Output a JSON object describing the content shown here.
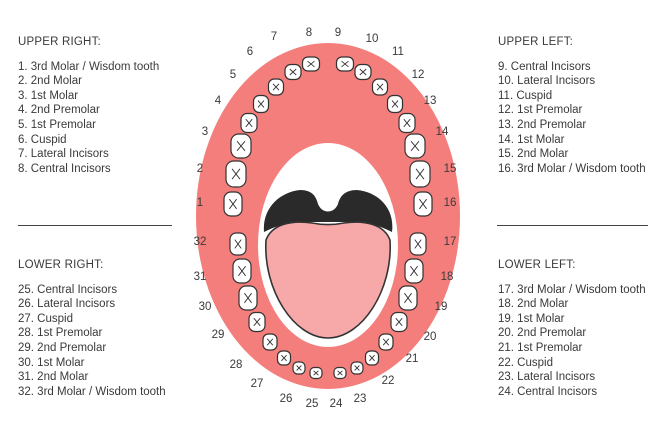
{
  "upper_right": {
    "title": "UPPER RIGHT:",
    "items": [
      "1. 3rd Molar / Wisdom tooth",
      "2. 2nd Molar",
      "3. 1st Molar",
      "4. 2nd Premolar",
      "5. 1st Premolar",
      "6. Cuspid",
      "7. Lateral Incisors",
      "8. Central Incisors"
    ]
  },
  "upper_left": {
    "title": "UPPER LEFT:",
    "items": [
      "9. Central Incisors",
      "10. Lateral Incisors",
      "11. Cuspid",
      "12. 1st Premolar",
      "13. 2nd Premolar",
      "14. 1st Molar",
      "15. 2nd Molar",
      "16. 3rd Molar / Wisdom tooth"
    ]
  },
  "lower_right": {
    "title": "LOWER RIGHT:",
    "items": [
      "25. Central Incisors",
      "26. Lateral Incisors",
      "27. Cuspid",
      "28. 1st Premolar",
      "29. 2nd Premolar",
      "30. 1st Molar",
      "31. 2nd Molar",
      "32. 3rd Molar / Wisdom tooth"
    ]
  },
  "lower_left": {
    "title": "LOWER LEFT:",
    "items": [
      "17. 3rd Molar / Wisdom tooth",
      "18. 2nd Molar",
      "19. 1st Molar",
      "20. 2nd Premolar",
      "21. 1st Premolar",
      "22. Cuspid",
      "23. Lateral Incisors",
      "24. Central Incisors"
    ]
  },
  "tooth_numbers": [
    "1",
    "2",
    "3",
    "4",
    "5",
    "6",
    "7",
    "8",
    "9",
    "10",
    "11",
    "12",
    "13",
    "14",
    "15",
    "16",
    "17",
    "18",
    "19",
    "20",
    "21",
    "22",
    "23",
    "24",
    "25",
    "26",
    "27",
    "28",
    "29",
    "30",
    "31",
    "32"
  ],
  "colors": {
    "gum": "#f47e7c",
    "tongue": "#f7a9aa",
    "throat": "#2a2a2a",
    "tooth": "#ffffff",
    "outline": "#333333"
  }
}
